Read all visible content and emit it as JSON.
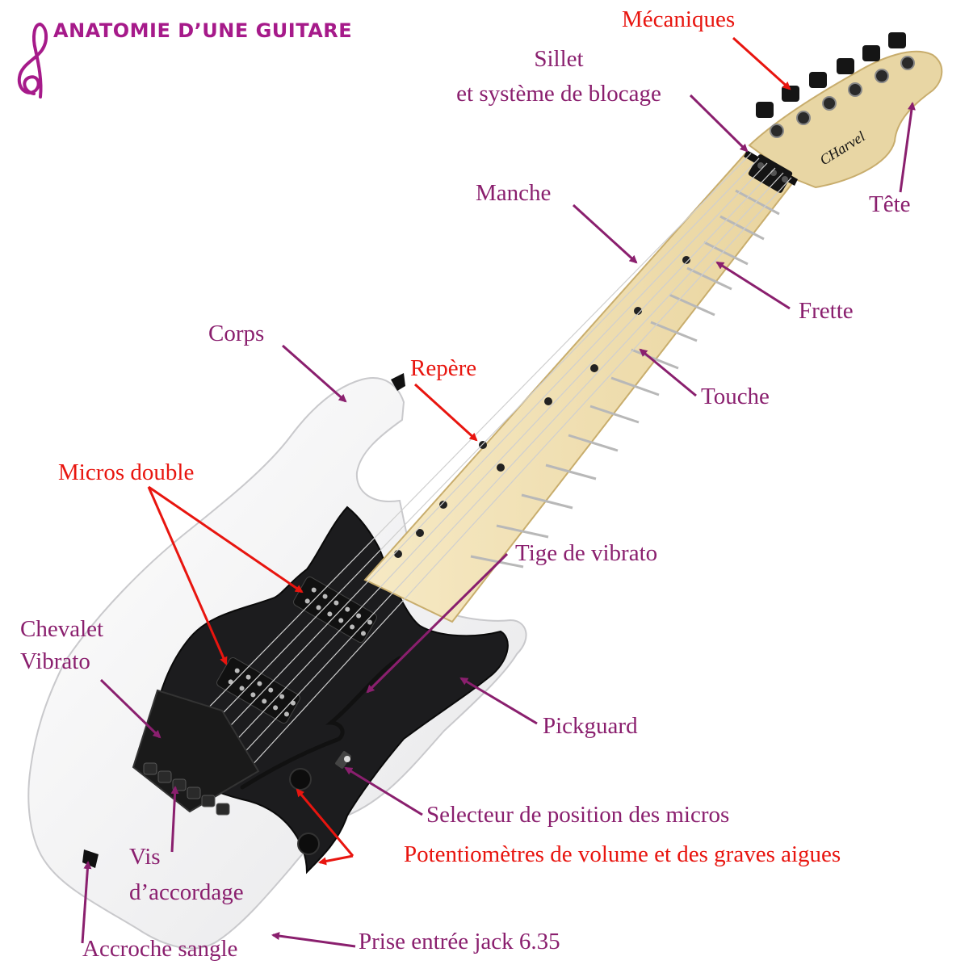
{
  "title": "ANATOMIE D’UNE GUITARE",
  "colors": {
    "purple_label": "#8a1f6e",
    "red_label": "#e8150f",
    "title": "#a61a8a",
    "body": "#f1f1f2",
    "fretboard": "#f2e3b6",
    "pickguard": "#1c1c1e"
  },
  "labels": {
    "mecaniques": "Mécaniques",
    "sillet_1": "Sillet",
    "sillet_2": "et système de blocage",
    "tete": "Tête",
    "manche": "Manche",
    "frette": "Frette",
    "corps": "Corps",
    "repere": "Repère",
    "touche": "Touche",
    "micros": "Micros double",
    "tige": "Tige de vibrato",
    "chevalet_1": "Chevalet",
    "chevalet_2": "Vibrato",
    "pickguard": "Pickguard",
    "selecteur": "Selecteur de position des micros",
    "potentiometres": "Potentiomètres de volume et des graves aigues",
    "vis_1": "Vis",
    "vis_2": "d’accordage",
    "accroche": "Accroche sangle",
    "prise": "Prise entrée jack 6.35"
  },
  "headstock_logo": "CHarvel"
}
